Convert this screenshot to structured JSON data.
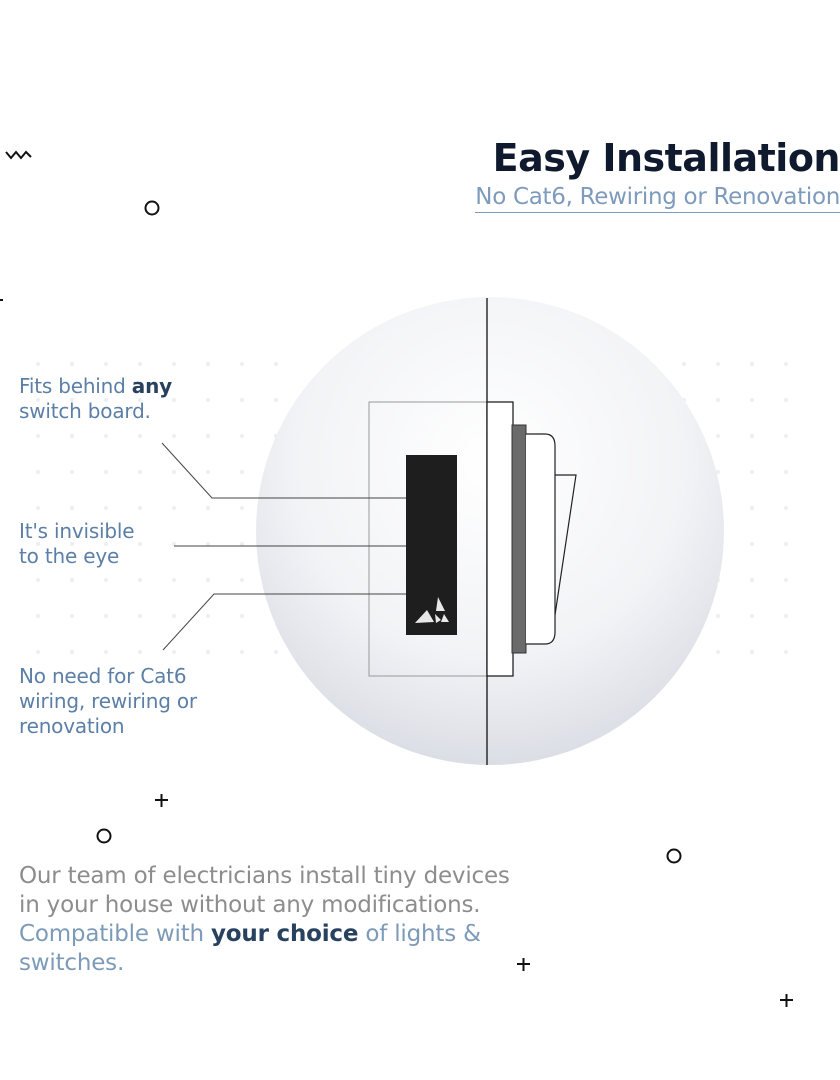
{
  "header": {
    "title": "Easy Installation",
    "subtitle": "No Cat6, Rewiring or Renovation"
  },
  "callouts": [
    {
      "text": "Fits behind ",
      "bold": "any",
      "line2": "switch board."
    },
    {
      "text": "It's invisible",
      "line2": "to the eye"
    },
    {
      "text": "No need for Cat6",
      "line2": "wiring, rewiring or",
      "line3": "renovation"
    }
  ],
  "body": {
    "line1": "Our team of electricians install tiny devices",
    "line2": "in your house without any modifications.",
    "compatible_prefix": "Compatible with ",
    "compatible_bold": "your choice",
    "compatible_suffix": " of lights &",
    "line4": "switches."
  },
  "colors": {
    "title": "#0f1a2e",
    "accent": "#7e9bbd",
    "label": "#5b7fa6",
    "body": "#8d8d8d",
    "device": "#1e1e1e"
  }
}
